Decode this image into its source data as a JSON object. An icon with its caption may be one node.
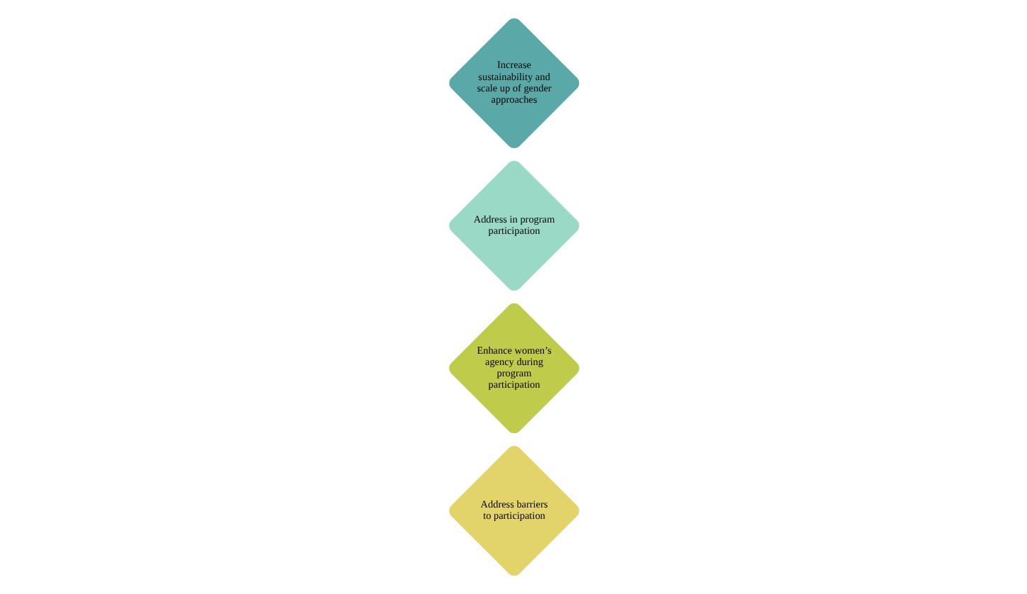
{
  "diagram": {
    "nodes": [
      {
        "text": [
          "Address barriers to participation"
        ]
      },
      {
        "text": [
          "Enhance women’s agency during program participation"
        ]
      },
      {
        "text": [
          "Address in program participation"
        ]
      },
      {
        "text": [
          "Increase sustainability and scale up of gender approaches"
        ]
      }
    ]
  }
}
